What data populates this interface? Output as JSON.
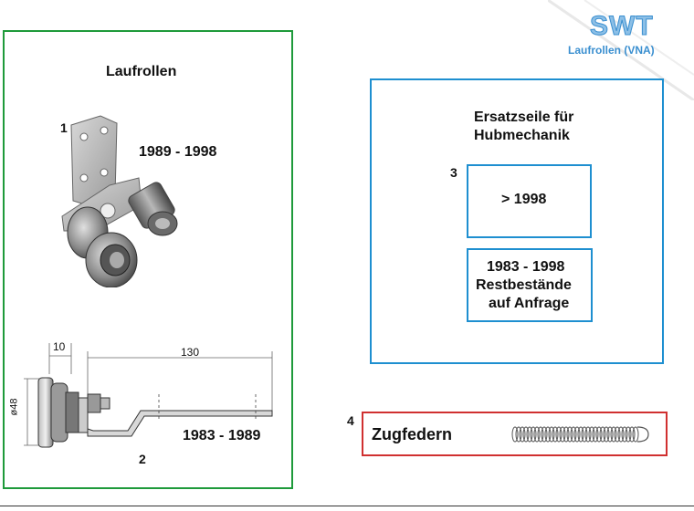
{
  "logo": {
    "name": "SWT",
    "subtitle": "Laufrollen (VNA)",
    "color": "#3a8fd0"
  },
  "left_panel": {
    "title": "Laufrollen",
    "border_color": "#1e9a3a",
    "item1": {
      "number": "1",
      "years": "1989 - 1998"
    },
    "item2": {
      "number": "2",
      "years": "1983 - 1989"
    },
    "dimensions": {
      "width_top": "10",
      "length": "130",
      "diameter": "ø48"
    }
  },
  "right_panel": {
    "title_line1": "Ersatzseile für",
    "title_line2": "Hubmechanik",
    "border_color": "#1e8fd0",
    "item3": {
      "number": "3",
      "box1": "> 1998",
      "box2_line1": "1983 - 1998",
      "box2_line2": "Restbestände",
      "box2_line3": "auf Anfrage"
    }
  },
  "spring_panel": {
    "number": "4",
    "label": "Zugfedern",
    "border_color": "#d03030"
  }
}
